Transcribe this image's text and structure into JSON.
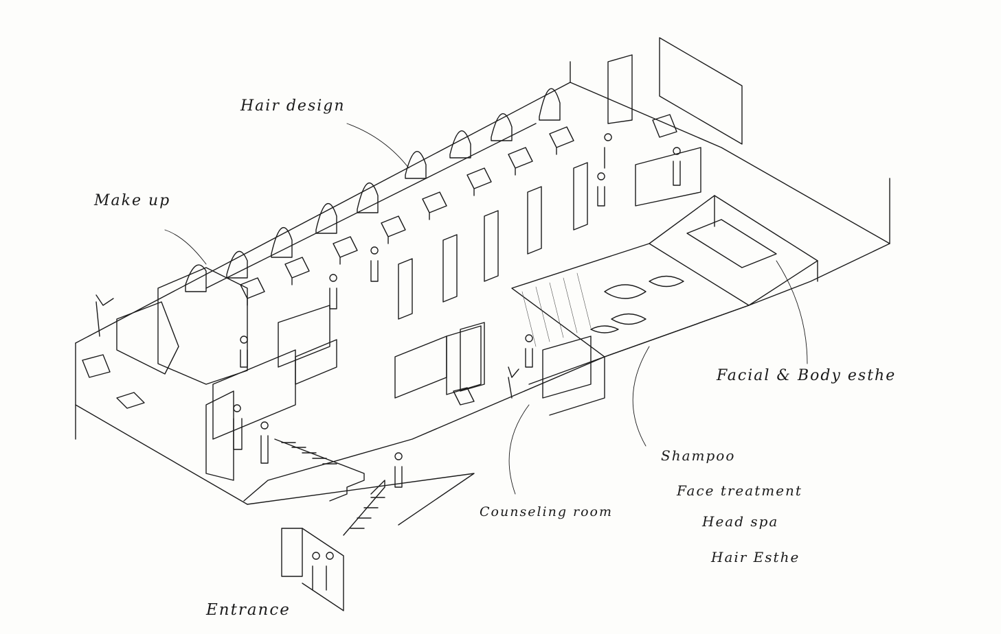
{
  "labels": {
    "hair_design": "Hair design",
    "make_up": "Make up",
    "facial_body": "Facial & Body esthe",
    "shampoo": "Shampoo",
    "face_treatment": "Face treatment",
    "head_spa": "Head spa",
    "hair_esthe": "Hair Esthe",
    "counseling": "Counseling room",
    "entrance": "Entrance"
  }
}
